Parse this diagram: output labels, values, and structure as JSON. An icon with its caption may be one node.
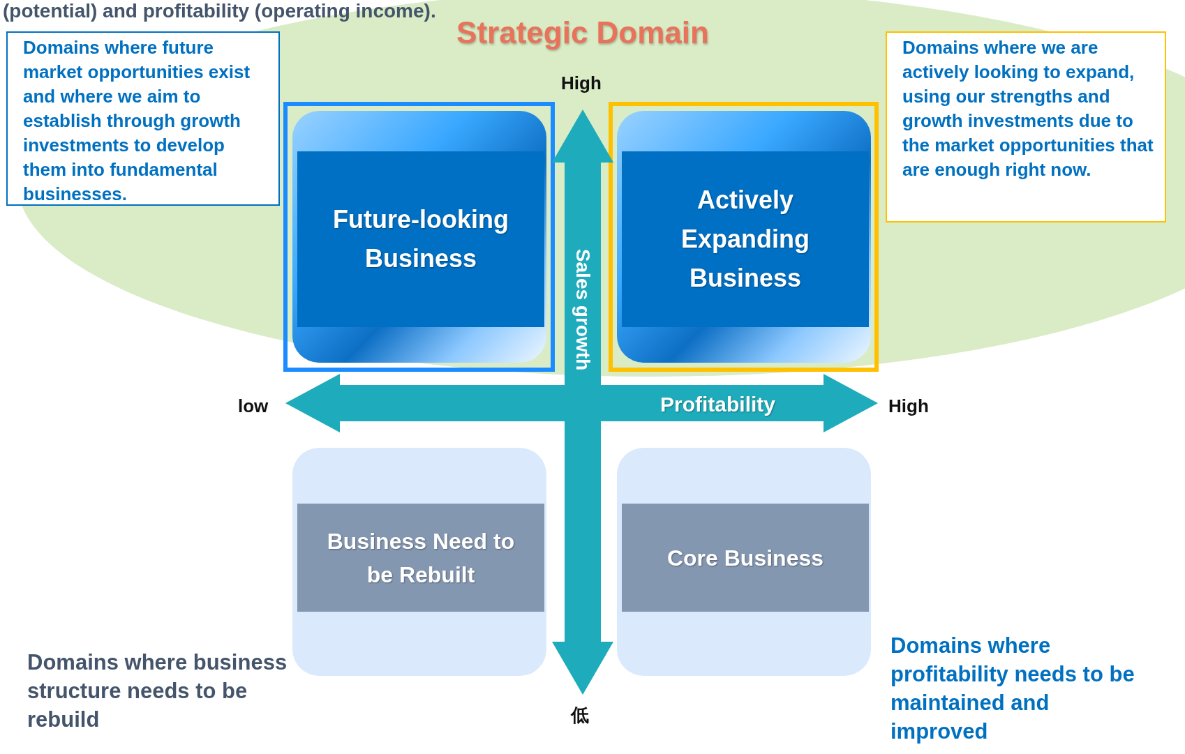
{
  "diagram": {
    "title": "Strategic Domain",
    "nodes": [
      {
        "text": [
          "Domains where future market opportunities exist and where we aim to establish through growth investments to develop them into fundamental businesses."
        ]
      },
      {
        "text": [
          "Future-looking Business"
        ]
      },
      {
        "text": [
          "Actively Expanding Business"
        ]
      },
      {
        "text": [
          "Domains where we are actively looking to expand, using our strengths and growth investments due to the market opportunities that are enough right now."
        ]
      },
      {
        "text": [
          "Business Need to be Rebuilt"
        ]
      },
      {
        "text": [
          "Core Business"
        ]
      }
    ],
    "labels": [
      "(potential) and profitability (operating income).",
      "High",
      "Sales growth",
      "low",
      "Profitability",
      "High",
      "低",
      "Domains where business structure needs to be rebuild",
      "Domains where profitability needs to be maintained and improved"
    ]
  }
}
